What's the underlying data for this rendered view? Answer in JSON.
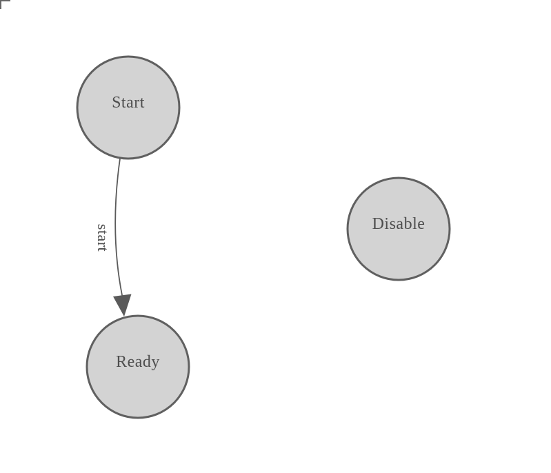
{
  "diagram": {
    "nodes": [
      {
        "id": "start",
        "label": "Start"
      },
      {
        "id": "ready",
        "label": "Ready"
      },
      {
        "id": "disable",
        "label": "Disable"
      }
    ],
    "edges": [
      {
        "from": "Start",
        "to": "Ready",
        "label": "start"
      }
    ]
  },
  "colors": {
    "background": "#ffffff",
    "node_fill": "#d3d3d3",
    "node_stroke": "#606060",
    "node_text": "#4e4e4e",
    "edge_stroke": "#5a5a5a",
    "edge_text": "#4e4e4e",
    "corner_mark": "#666666"
  }
}
